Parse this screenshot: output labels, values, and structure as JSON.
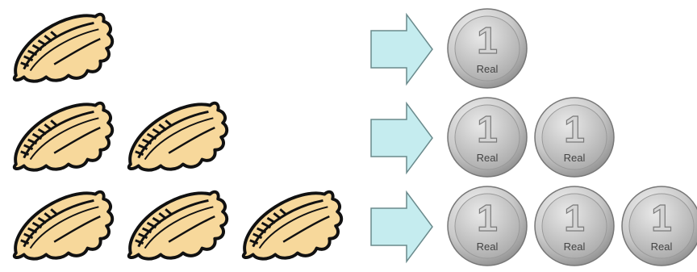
{
  "rows": [
    {
      "pastel_count": 1,
      "coin_count": 1
    },
    {
      "pastel_count": 2,
      "coin_count": 2
    },
    {
      "pastel_count": 3,
      "coin_count": 3
    }
  ],
  "coin": {
    "number": "1",
    "label": "Real"
  },
  "icons": {
    "food": "pastel-icon",
    "arrow": "right-arrow-icon",
    "money": "coin-icon"
  },
  "colors": {
    "pastel_fill": "#f7d89b",
    "pastel_stroke": "#111111",
    "arrow_fill": "#c5ecef",
    "arrow_stroke": "#6a8a8c",
    "coin_light": "#f2f2f2",
    "coin_dark": "#8f8f8f",
    "coin_text": "#444444"
  }
}
